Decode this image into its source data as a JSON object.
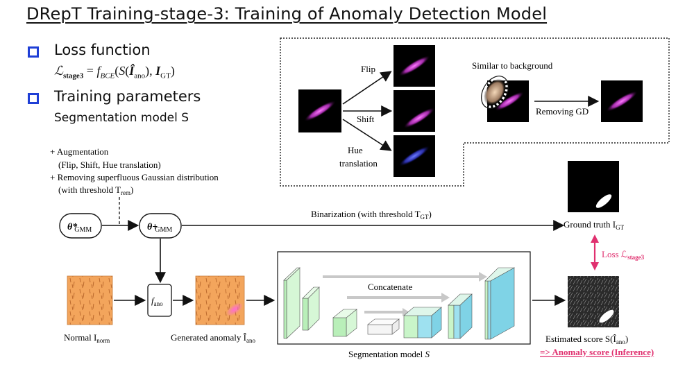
{
  "title": "DRepT Training-stage-3: Training of Anomaly Detection Model",
  "bullets": [
    {
      "label": "Loss function"
    },
    {
      "label": "Training parameters"
    }
  ],
  "formula_text": "ℒstage3 = fBCE(S(Îano), IGT)",
  "segmentation_model_label": "Segmentation model S",
  "notes": {
    "aug": "+ Augmentation",
    "aug_detail": "(Flip, Shift, Hue translation)",
    "removing": "+ Removing superfluous Gaussian distribution",
    "threshold": "(with threshold T",
    "threshold_sub": "rem",
    "threshold_end": ")"
  },
  "inset": {
    "flip": "Flip",
    "shift": "Shift",
    "hue1": "Hue",
    "hue2": "translation",
    "similar": "Similar to background",
    "removing_gd": "Removing GD"
  },
  "pipeline": {
    "theta_star": "θ*",
    "theta_plus": "θ+",
    "gmm": "GMM",
    "binarization": "Binarization (with threshold T",
    "binarization_sub": "GT",
    "binarization_end": ")",
    "ground_truth": "Ground truth I",
    "ground_truth_sub": "GT",
    "loss": "Loss ℒ",
    "loss_sub": "stage3",
    "f_ano": "f",
    "f_ano_sub": "ano",
    "normal": "Normal I",
    "normal_sub": "norm",
    "generated": "Generated anomaly Î",
    "generated_sub": "ano",
    "concatenate": "Concatenate",
    "seg_model_caption": "Segmentation model S",
    "estimated": "Estimated score S(Î",
    "estimated_sub": "ano",
    "estimated_end": ")",
    "anomaly_score": "=> Anomaly score (Inference)"
  },
  "colors": {
    "bullet_blue": "#1f3fd6",
    "magenta": "#e0306f",
    "orange_texture": "#f0a35a",
    "green_block": "#b9efb9",
    "cyan_block": "#7fd3e6",
    "gray_arrow": "#c8c8c8"
  }
}
